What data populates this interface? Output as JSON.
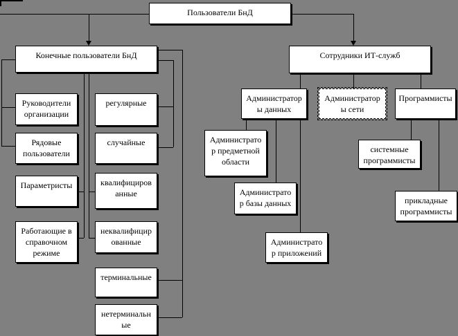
{
  "colors": {
    "background": "#808080",
    "box_fill": "#ffffff",
    "line": "#000000"
  },
  "nodes": {
    "root": {
      "label": "Пользователи БнД"
    },
    "end_users": {
      "label": "Конечные пользователи БнД"
    },
    "it_staff": {
      "label": "Сотрудники ИТ-служб"
    },
    "managers": {
      "label": "Руководители\nорганизации"
    },
    "ordinary_users": {
      "label": "Рядовые\nпользователи"
    },
    "parametrists": {
      "label": "Параметристы"
    },
    "reference_mode": {
      "label": "Работающие в\nсправочном\nрежиме"
    },
    "regular": {
      "label": "регулярные"
    },
    "occasional": {
      "label": "случайные"
    },
    "qualified": {
      "label": "квалифициров\nанные"
    },
    "unqualified": {
      "label": "неквалифицир\nованные"
    },
    "terminal": {
      "label": "терминальные"
    },
    "non_terminal": {
      "label": "нетерминальн\nые"
    },
    "data_admins": {
      "label": "Администратор\nы данных"
    },
    "network_admins": {
      "label": "Администратор\nы сети"
    },
    "programmers": {
      "label": "Программисты"
    },
    "subject_area_admin": {
      "label": "Администрато\nр предметной\nобласти"
    },
    "database_admin": {
      "label": "Администрато\nр базы данных"
    },
    "application_admin": {
      "label": "Администрато\nр приложений"
    },
    "system_programmers": {
      "label": "системные\nпрограммисты"
    },
    "application_programmers": {
      "label": "прикладные\nпрограммисты"
    }
  }
}
